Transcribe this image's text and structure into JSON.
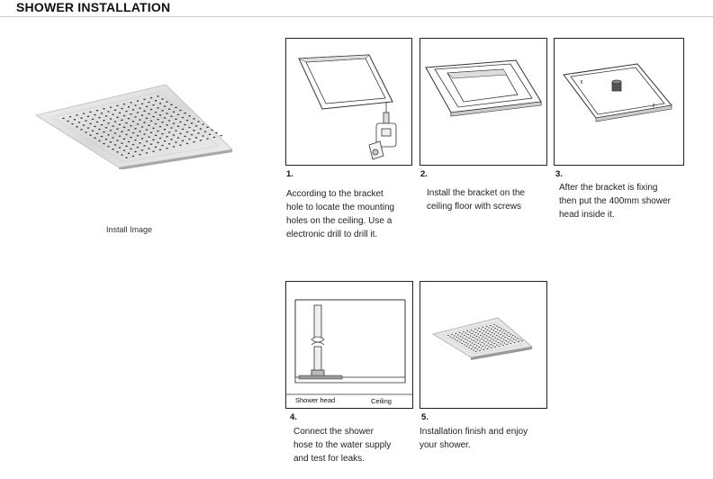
{
  "header": {
    "title": "SHOWER INSTALLATION"
  },
  "hero": {
    "caption": "Install Image"
  },
  "steps": [
    {
      "number": "1.",
      "lines": [
        "According to the bracket",
        "hole to locate the mounting",
        "holes on the ceiling. Use a",
        "electronic drill to drill it."
      ]
    },
    {
      "number": "2.",
      "lines": [
        "Install the bracket on the",
        "ceiling floor with screws"
      ]
    },
    {
      "number": "3.",
      "lines": [
        "After the bracket is fixing",
        "then put the 400mm shower",
        "head inside it."
      ]
    },
    {
      "number": "4.",
      "lines": [
        "Connect the shower",
        "hose to the water supply",
        "and test for leaks."
      ],
      "labels": {
        "shower_head": "Shower head",
        "ceiling": "Ceiling"
      }
    },
    {
      "number": "5.",
      "lines": [
        "Installation finish and enjoy",
        "your shower."
      ]
    }
  ],
  "icons": [
    "shower-head-icon",
    "drill-icon",
    "bracket-icon",
    "pipe-icon"
  ]
}
